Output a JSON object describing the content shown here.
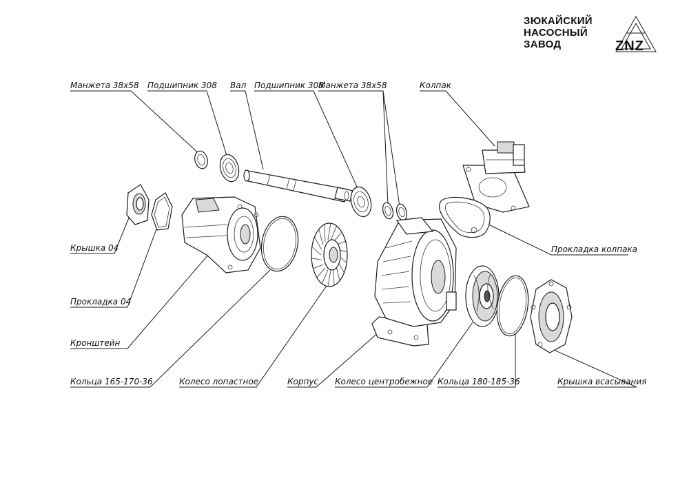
{
  "brand": {
    "line1": "ЗЮКАЙСКИЙ",
    "line2": "НАСОСНЫЙ",
    "line3": "ЗАВОД",
    "logo": "ZNZ"
  },
  "labels": {
    "manzheta_1": "Манжета 38х58",
    "podshipnik_1": "Подшипник 308",
    "val": "Вал",
    "podshipnik_2": "Подшипник 308",
    "manzheta_2": "Манжета 38х58",
    "kolpak": "Колпак",
    "kryshka_04": "Крышка 04",
    "prokladka_04": "Прокладка 04",
    "kronshtein": "Кронштейн",
    "koltsa_165": "Кольца 165-170-36",
    "koleso_lopastnoe": "Колесо лопастное",
    "korpus": "Корпус",
    "koleso_centrobezhnoe": "Колесо центробежное",
    "koltsa_180": "Кольца 180-185-36",
    "kryshka_vsasyvaniya": "Крышка всасывания",
    "prokladka_kolpaka": "Прокладка колпака"
  }
}
